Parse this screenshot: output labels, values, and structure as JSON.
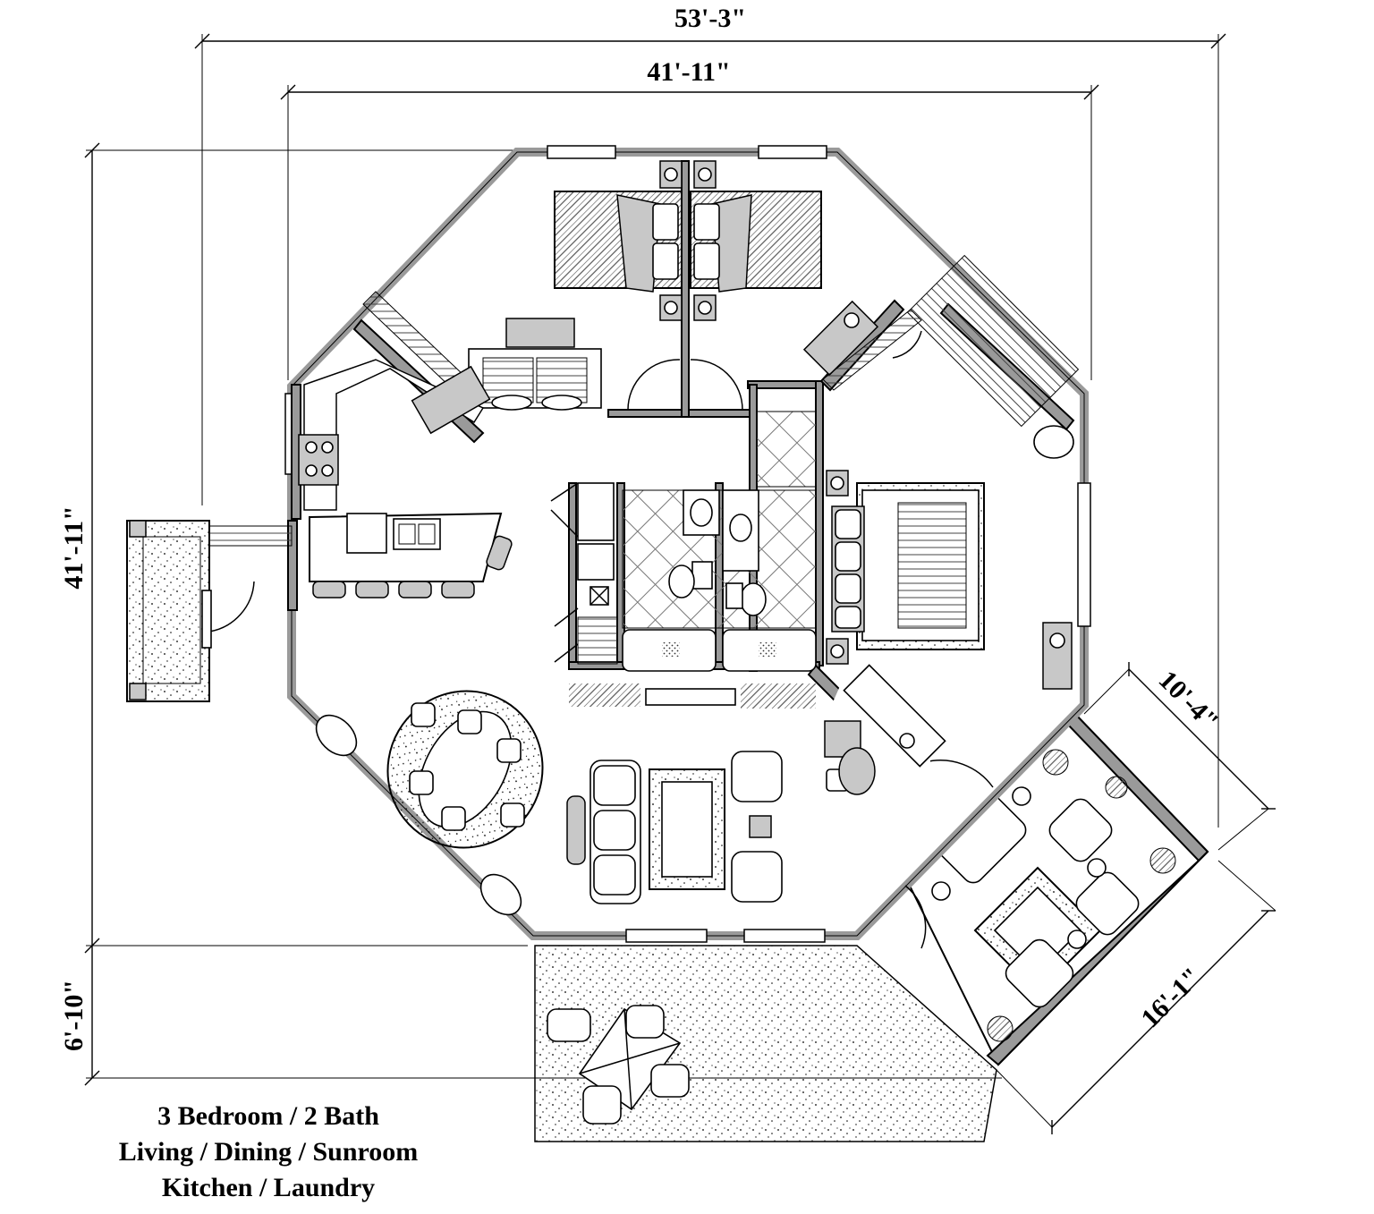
{
  "dimensions": {
    "overall_width": "53'-3\"",
    "house_width": "41'-11\"",
    "house_depth": "41'-11\"",
    "patio_depth": "6'-10\"",
    "sunroom_depth": "10'-4\"",
    "sunroom_width": "16'-1\""
  },
  "caption": {
    "line1": "3 Bedroom / 2 Bath",
    "line2": "Living / Dining / Sunroom",
    "line3": "Kitchen / Laundry"
  },
  "colors": {
    "wall": "#9a9a9a",
    "patio_fill": "#ffffff",
    "line": "#000000"
  }
}
